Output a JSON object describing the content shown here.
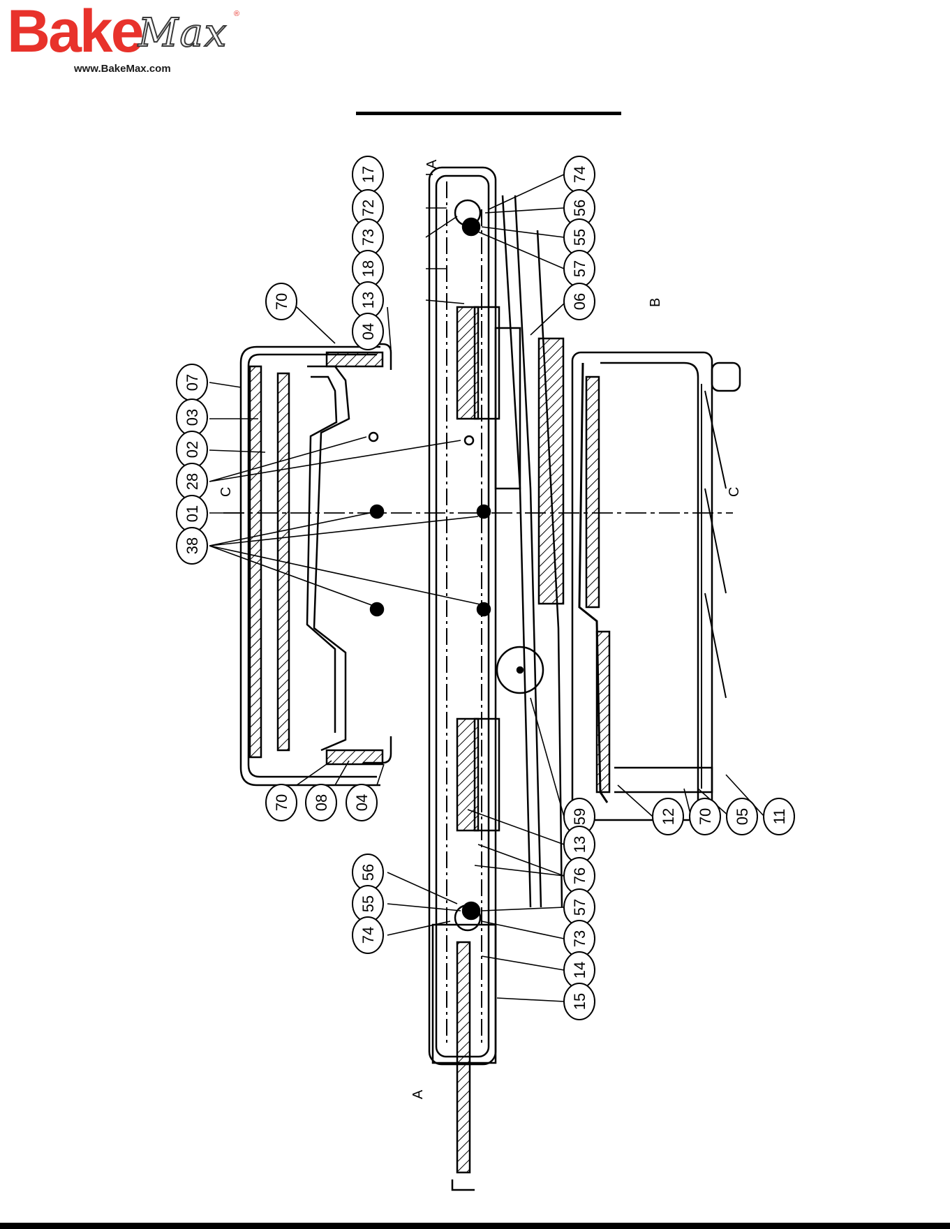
{
  "logo": {
    "bake": "Bake",
    "max": "Max",
    "reg": "®",
    "url": "www.BakeMax.com"
  },
  "diagram": {
    "section_marks": [
      "A",
      "A",
      "C",
      "C",
      "B"
    ],
    "callouts": [
      "17",
      "72",
      "73",
      "18",
      "13",
      "04",
      "70",
      "07",
      "03",
      "02",
      "28",
      "01",
      "38",
      "74",
      "56",
      "55",
      "57",
      "06",
      "59",
      "13",
      "76",
      "57",
      "73",
      "14",
      "15",
      "12",
      "70",
      "05",
      "11",
      "70",
      "08",
      "04",
      "56",
      "55",
      "74"
    ]
  }
}
